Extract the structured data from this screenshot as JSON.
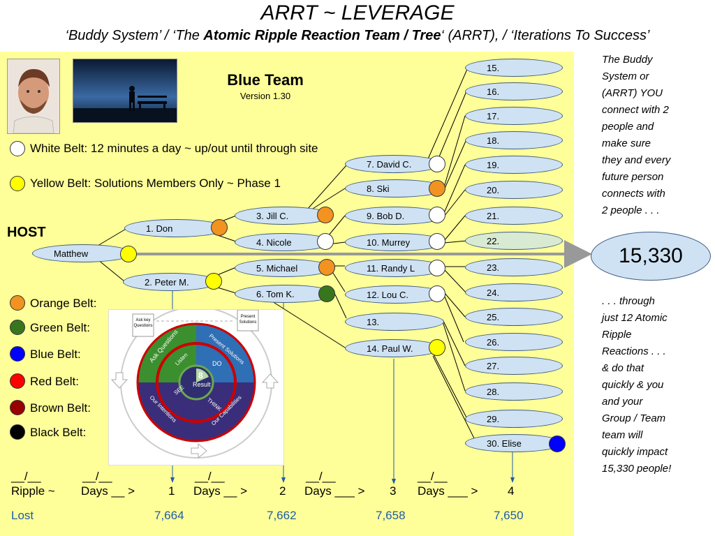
{
  "header": {
    "title": "ARRT ~ LEVERAGE",
    "subtitle_pre": "‘Buddy System’ / ‘The ",
    "subtitle_bold": "Atomic Ripple Reaction Team / Tree",
    "subtitle_post": "‘ (ARRT), / ‘Iterations To Success’"
  },
  "team": {
    "name": "Blue Team",
    "version": "Version 1.30"
  },
  "belts_top": [
    {
      "label": "White Belt: 12 minutes a day ~ up/out until through site",
      "color": "#ffffff"
    },
    {
      "label": "Yellow Belt: Solutions Members Only ~ Phase 1",
      "color": "#ffff00"
    }
  ],
  "belts_bottom": [
    {
      "label": "Orange Belt:",
      "color": "#f29321"
    },
    {
      "label": "Green Belt:",
      "color": "#38761d"
    },
    {
      "label": "Blue Belt:",
      "color": "#0000ff"
    },
    {
      "label": "Red Belt:",
      "color": "#ff0000"
    },
    {
      "label": "Brown Belt:",
      "color": "#990000"
    },
    {
      "label": "Black Belt:",
      "color": "#000000"
    }
  ],
  "host_label": "HOST",
  "nodes": {
    "matthew": "Matthew",
    "n1": "1. Don",
    "n2": "2. Peter M.",
    "n3": "3. Jill C.",
    "n4": "4. Nicole",
    "n5": "5. Michael",
    "n6": "6. Tom K.",
    "n7": "7. David C.",
    "n8": "8. Ski",
    "n9": "9. Bob D.",
    "n10": "10. Murrey",
    "n11": "11. Randy L",
    "n12": "12. Lou C.",
    "n13": "13.",
    "n14": "14. Paul W.",
    "n15": "15.",
    "n16": "16.",
    "n17": "17.",
    "n18": "18.",
    "n19": "19.",
    "n20": "20.",
    "n21": "21.",
    "n22": "22.",
    "n23": "23.",
    "n24": "24.",
    "n25": "25.",
    "n26": "26.",
    "n27": "27.",
    "n28": "28.",
    "n29": "29.",
    "n30": "30. Elise"
  },
  "result_total": "15,330",
  "side_top": [
    "The Buddy",
    "System or",
    "(ARRT) YOU",
    "connect with 2",
    "people and",
    "make sure",
    "they and every",
    "future person",
    "connects with",
    "2 people . . ."
  ],
  "side_bottom": [
    ". . . through",
    "just 12 Atomic",
    "Ripple",
    "Reactions . . .",
    "& do that",
    "quickly & you",
    "and your",
    "Group / Team",
    "team will",
    "quickly impact",
    "15,330 people!"
  ],
  "cycle": {
    "ask_key": "Ask key",
    "questions": "Questions",
    "present": "Present",
    "solutions": "Solutions",
    "ask_questions": "Ask Questions",
    "present_solutions": "Present Solutions",
    "listen": "Listen",
    "do": "DO",
    "think": "THINK",
    "see": "SEE",
    "result": "Result",
    "our_intentions": "Our Intentions",
    "our_capabilities": "Our Capabilities",
    "num": "8"
  },
  "footer": {
    "fraction": "__/__",
    "ripple": "Ripple ~",
    "days1": "Days __ >",
    "days2": "Days __ >",
    "days3": "Days ___ >",
    "days4": "Days ___ >",
    "n1": "1",
    "n2": "2",
    "n3": "3",
    "n4": "4",
    "lost_label": "Lost",
    "lost1": "7,664",
    "lost2": "7,662",
    "lost3": "7,658",
    "lost4": "7,650"
  }
}
